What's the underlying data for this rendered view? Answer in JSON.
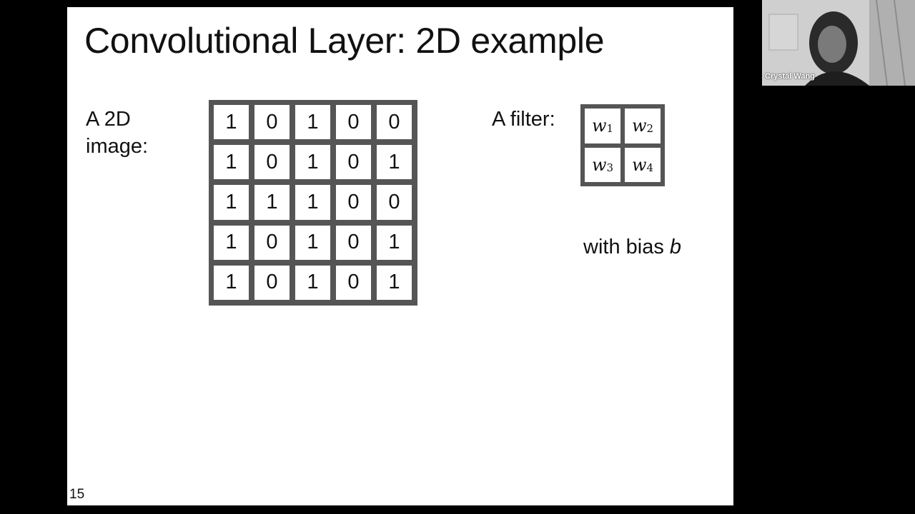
{
  "slide": {
    "title": "Convolutional Layer: 2D example",
    "image_label": "A 2D image:",
    "image_grid": [
      [
        "1",
        "0",
        "1",
        "0",
        "0"
      ],
      [
        "1",
        "0",
        "1",
        "0",
        "1"
      ],
      [
        "1",
        "1",
        "1",
        "0",
        "0"
      ],
      [
        "1",
        "0",
        "1",
        "0",
        "1"
      ],
      [
        "1",
        "0",
        "1",
        "0",
        "1"
      ]
    ],
    "filter_label": "A filter:",
    "filter_weights": [
      {
        "symbol": "w",
        "index": "1"
      },
      {
        "symbol": "w",
        "index": "2"
      },
      {
        "symbol": "w",
        "index": "3"
      },
      {
        "symbol": "w",
        "index": "4"
      }
    ],
    "bias_text": "with bias",
    "bias_symbol": "b",
    "page_number": "15"
  },
  "video": {
    "participant_name": "Crystal Wang"
  }
}
